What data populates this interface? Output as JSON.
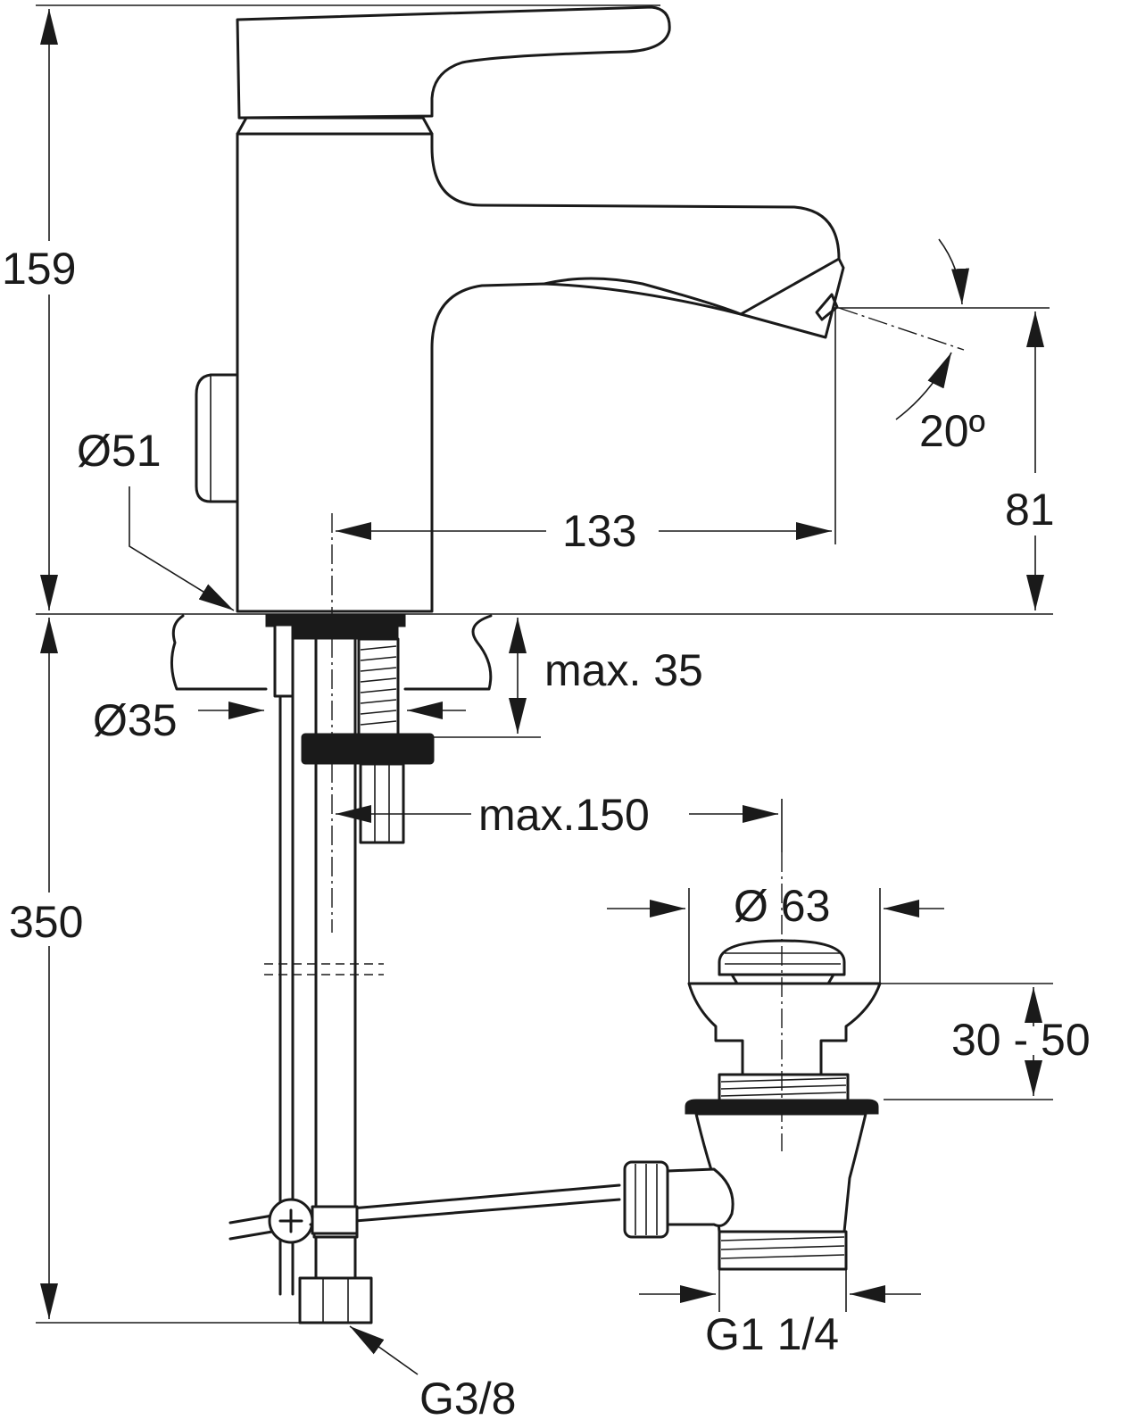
{
  "drawing": {
    "labels": {
      "height_top": "159",
      "height_bottom": "350",
      "dia_base": "Ø51",
      "dia_hole": "Ø35",
      "spout_reach": "133",
      "spout_height": "81",
      "spout_angle": "20º",
      "deck_thickness": "max. 35",
      "drain_distance": "max.150",
      "drain_dia": "Ø 63",
      "drain_range": "30 - 50",
      "drain_thread": "G1 1/4",
      "supply_thread": "G3/8"
    },
    "colors": {
      "line": "#1a1a1a",
      "background": "#ffffff"
    }
  }
}
